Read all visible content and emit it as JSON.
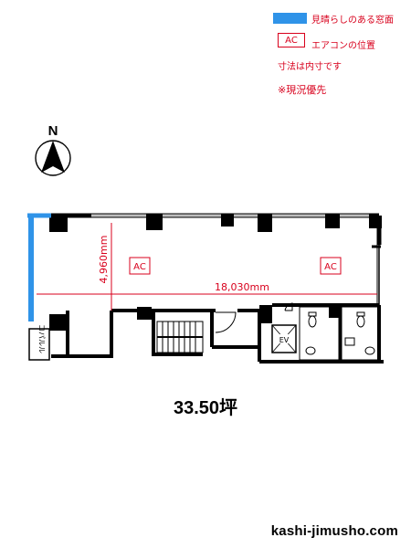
{
  "legend": {
    "view_window": "見晴らしのある窓面",
    "ac_box": "AC",
    "ac_position": "エアコンの位置",
    "dimensions_note": "寸法は内寸です",
    "priority_note": "※現況優先"
  },
  "compass": {
    "north": "N"
  },
  "plan": {
    "ac_left": "AC",
    "ac_right": "AC",
    "depth": "4,960mm",
    "width": "18,030mm",
    "elevator": "EV",
    "utility": "コパルル"
  },
  "area": "33.50坪",
  "site": "kashi-jimusho.com",
  "colors": {
    "window": "#2f93e8",
    "accent": "#d8001c",
    "wall": "#000000"
  }
}
